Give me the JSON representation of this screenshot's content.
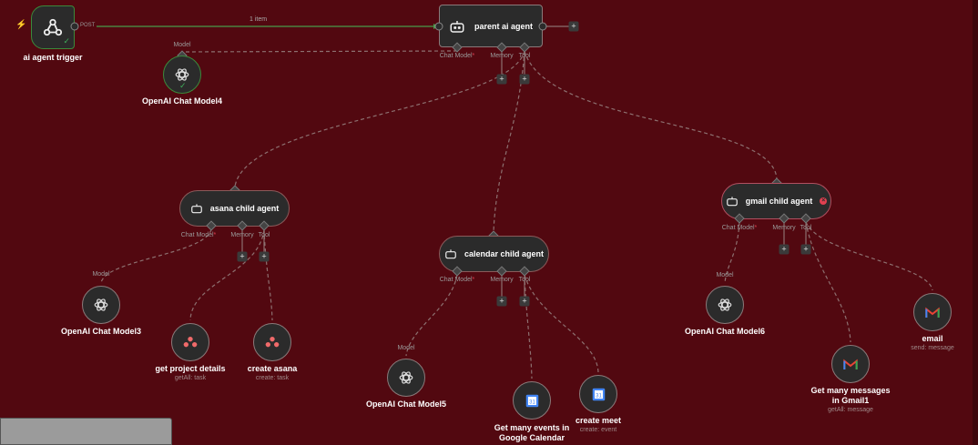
{
  "colors": {
    "canvas": "#520810",
    "node": "#2b2b2b",
    "success": "#3fae5a",
    "error": "#e04050"
  },
  "trigger": {
    "label": "ai agent trigger",
    "port": "POST",
    "edge_label": "1 item",
    "icon": "webhook-icon"
  },
  "parent": {
    "label": "parent ai agent",
    "handles": {
      "chat": "Chat Model",
      "memory": "Memory",
      "tool": "Tool"
    },
    "required": "*"
  },
  "model4": {
    "label": "OpenAI Chat Model4",
    "handle": "Model"
  },
  "asana_agent": {
    "label": "asana child agent"
  },
  "model3": {
    "label": "OpenAI Chat Model3",
    "handle": "Model"
  },
  "get_project": {
    "label": "get project details",
    "sub": "getAll: task"
  },
  "create_asana": {
    "label": "create asana",
    "sub": "create: task"
  },
  "calendar_agent": {
    "label": "calendar child agent"
  },
  "model5": {
    "label": "OpenAI Chat Model5",
    "handle": "Model"
  },
  "get_events": {
    "label1": "Get many events in",
    "label2": "Google Calendar"
  },
  "create_meet": {
    "label": "create meet",
    "sub": "create: event"
  },
  "gmail_agent": {
    "label": "gmail child agent"
  },
  "model6": {
    "label": "OpenAI Chat Model6",
    "handle": "Model"
  },
  "email": {
    "label": "email",
    "sub": "send: message"
  },
  "get_messages": {
    "label1": "Get many messages",
    "label2": "in Gmail1",
    "sub": "getAll: message"
  },
  "plus": "+"
}
